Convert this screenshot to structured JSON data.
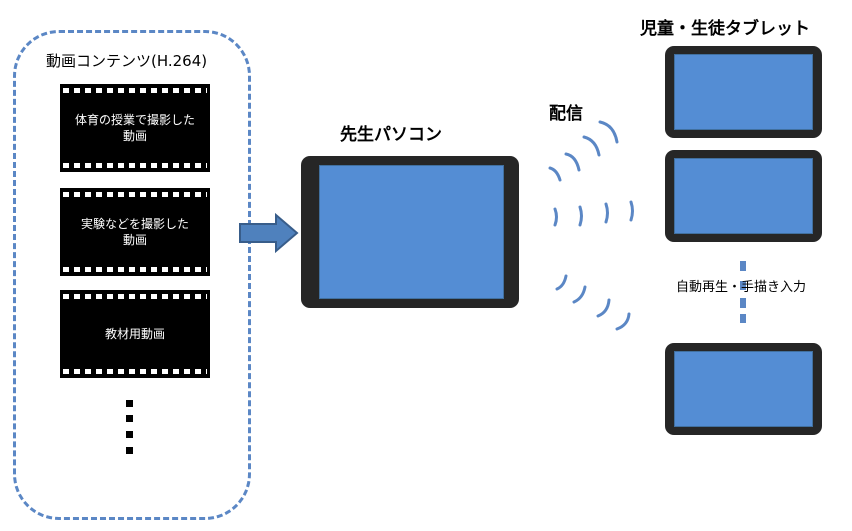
{
  "content_group": {
    "title": "動画コンテンツ(H.264)",
    "videos": [
      {
        "label": "体育の授業で撮影した動画"
      },
      {
        "label": "実験などを撮影した動画"
      },
      {
        "label": "教材用動画"
      }
    ]
  },
  "teacher_pc": {
    "label": "先生パソコン"
  },
  "distribution": {
    "label": "配信"
  },
  "student_tablets": {
    "label": "児童・生徒タブレット",
    "note": "自動再生・手描き入力"
  },
  "colors": {
    "screen_blue": "#548dd4",
    "dash_blue": "#5b87c5",
    "bezel": "#262626"
  }
}
